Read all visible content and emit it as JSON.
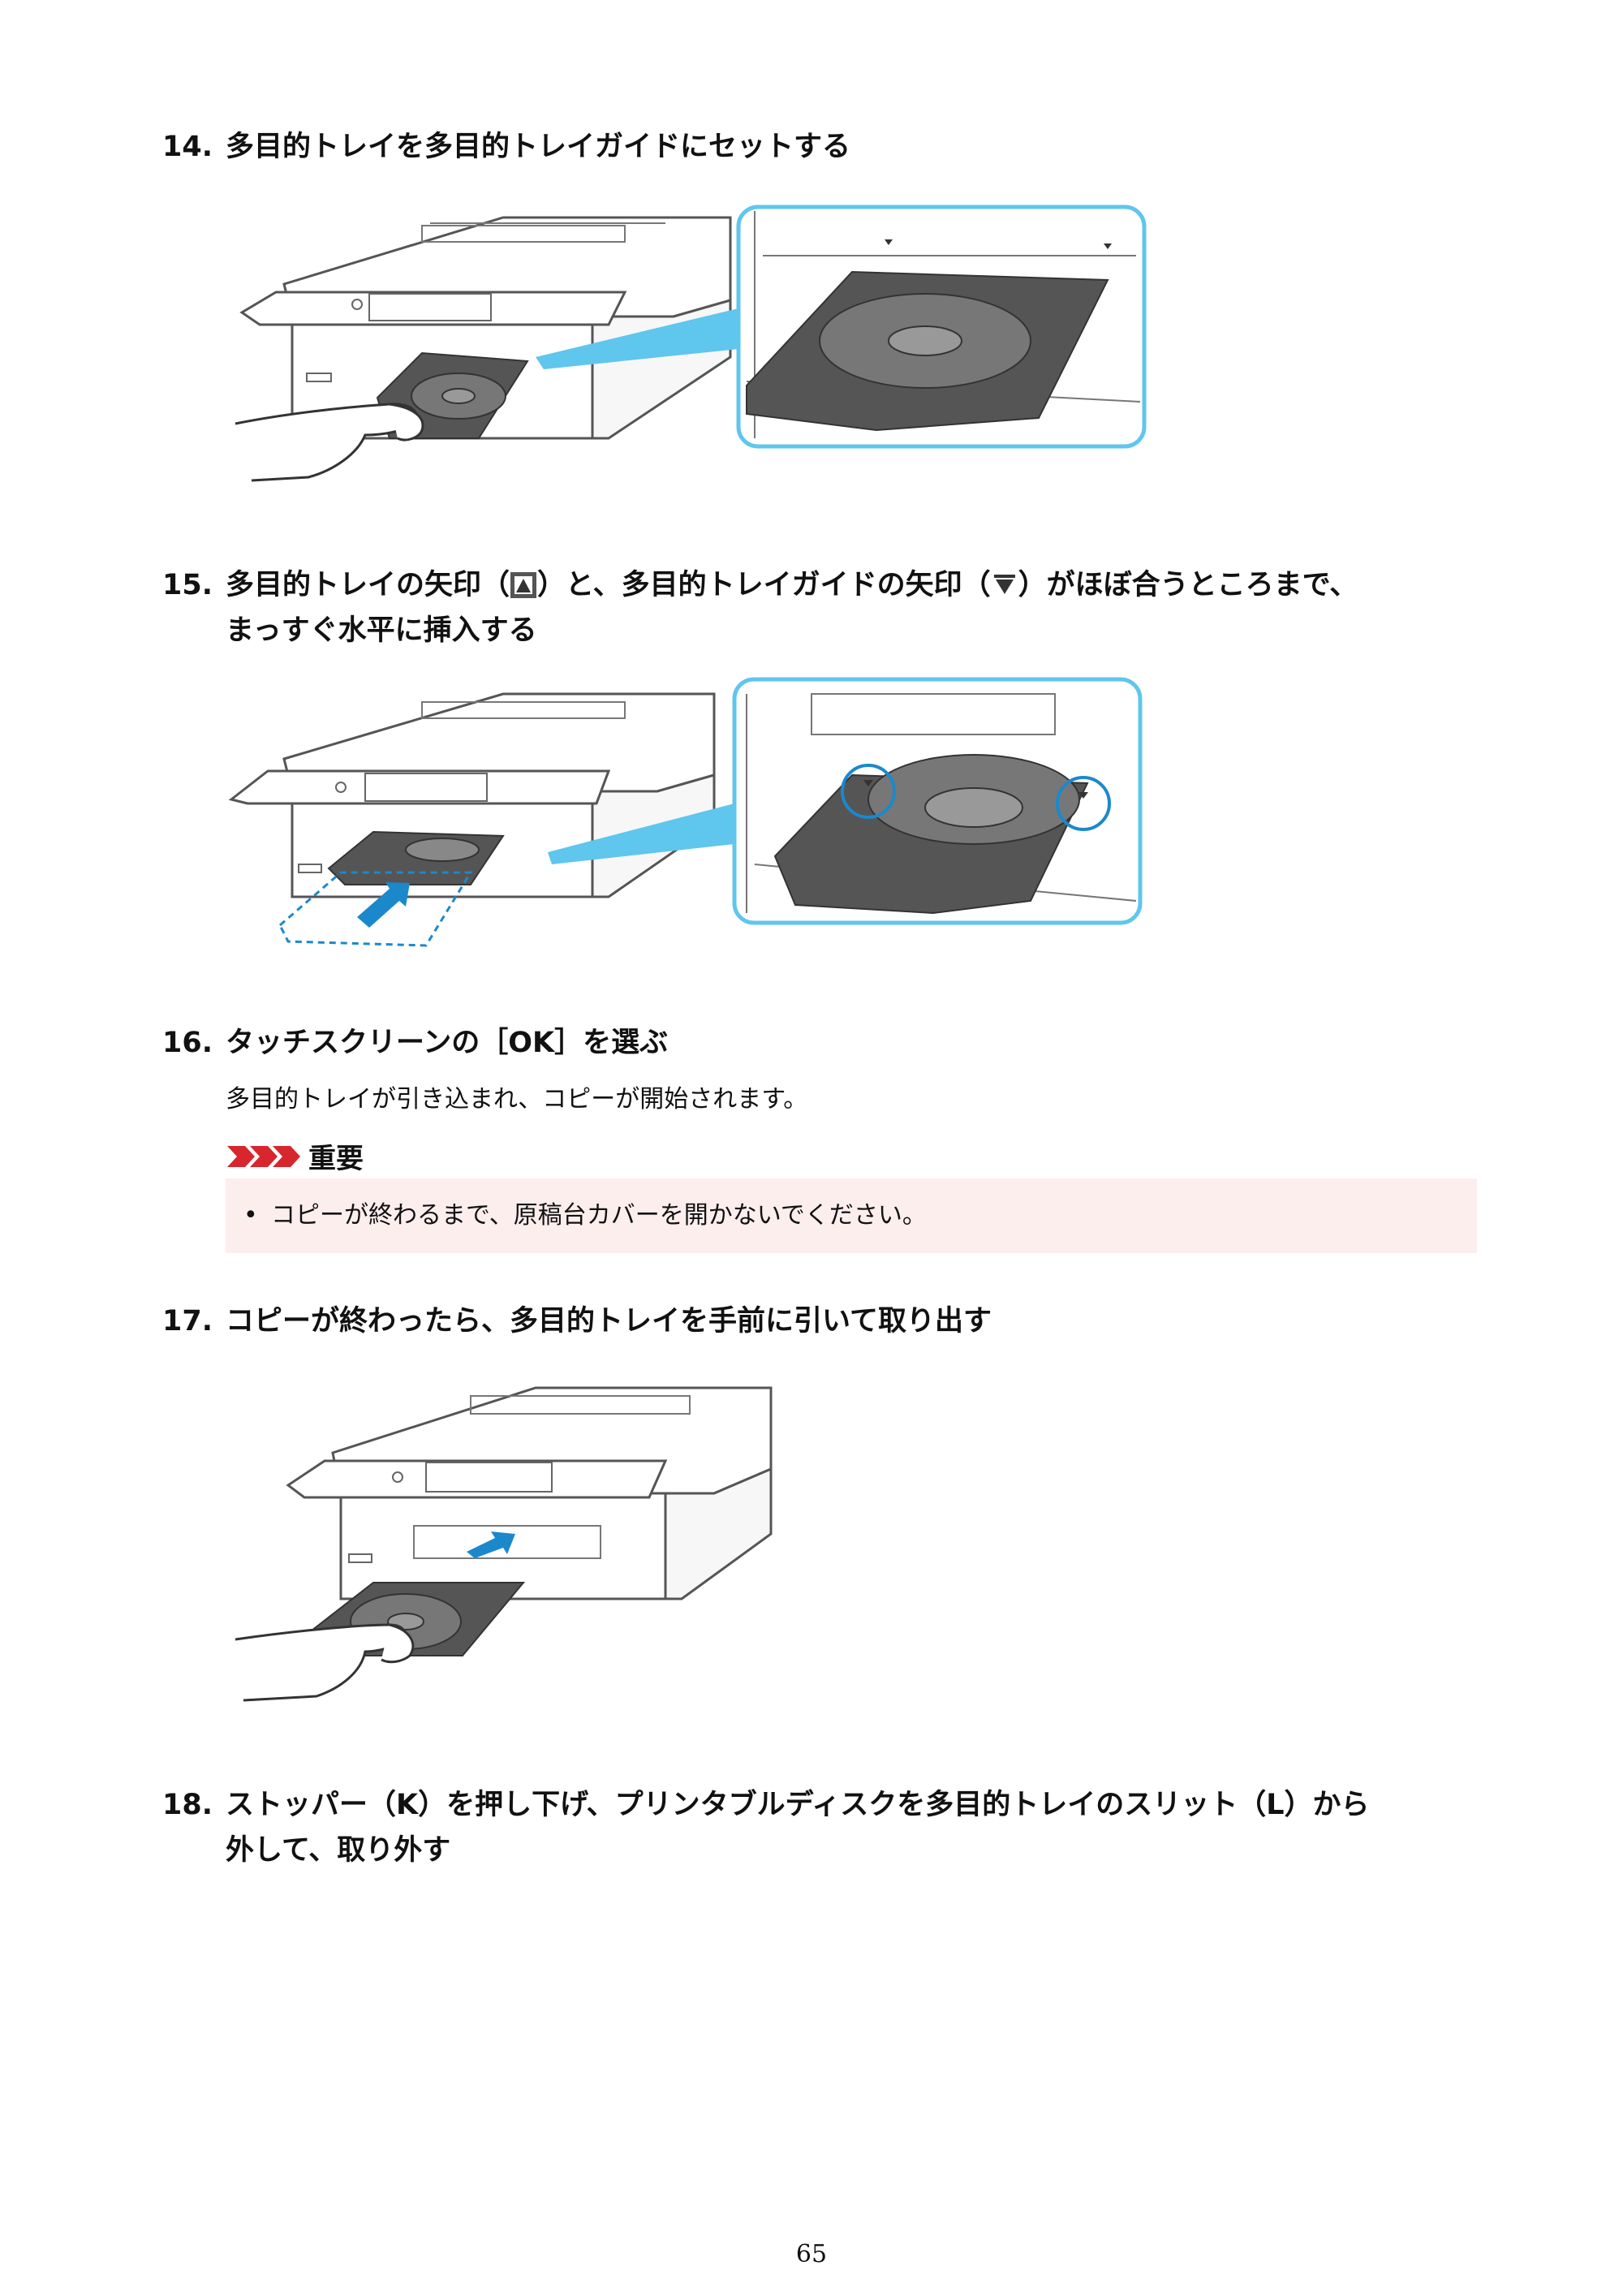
{
  "steps": [
    {
      "number": "14.",
      "title": "多目的トレイを多目的トレイガイドにセットする"
    },
    {
      "number": "15.",
      "title_a": "多目的トレイの矢印（",
      "title_b": "）と、多目的トレイガイドの矢印（",
      "title_c": "）がほぼ合うところまで、",
      "title_line2": "まっすぐ水平に挿入する"
    },
    {
      "number": "16.",
      "title": "タッチスクリーンの［OK］を選ぶ",
      "body": "多目的トレイが引き込まれ、コピーが開始されます。"
    },
    {
      "number": "17.",
      "title": "コピーが終わったら、多目的トレイを手前に引いて取り出す"
    },
    {
      "number": "18.",
      "title_line1": "ストッパー（K）を押し下げ、プリンタブルディスクを多目的トレイのスリット（L）から",
      "title_line2": "外して、取り外す"
    }
  ],
  "important": {
    "heading": "重要",
    "items": [
      "コピーが終わるまで、原稿台カバーを開かないでください。"
    ]
  },
  "colors": {
    "callout_blue": "#5fc6ee",
    "arrow_blue": "#1c88cc",
    "important_red": "#d8262e",
    "important_bg": "#fdeeee",
    "tray_gray": "#555555"
  },
  "page_number": "65"
}
